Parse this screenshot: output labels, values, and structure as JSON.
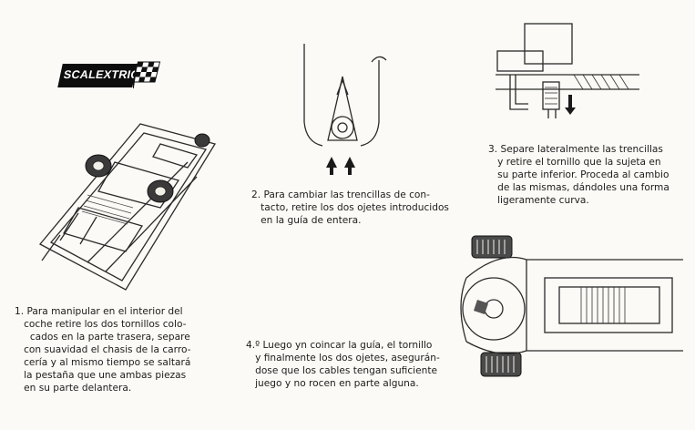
{
  "logo": {
    "text": "SCALEXTRIC"
  },
  "captions": {
    "step1": "1. Para manipular en el interior del\n   coche retire los dos tornillos colo-\n     cados en la parte trasera, separe\n   con suavidad el chasis de la carro-\n   cería y al mismo tiempo se saltará\n   la pestaña que une ambas piezas\n   en su parte delantera.",
    "step2": "2. Para cambiar las trencillas de con-\n   tacto, retire los dos ojetes introducidos\n   en la guía de entera.",
    "step3": "3. Separe lateralmente las trencillas\n   y retire el tornillo que la sujeta en\n   su parte inferior. Proceda al cambio\n   de las mismas, dándoles una forma\n   ligeramente curva.",
    "step4": "4.º Luego yn coincar la guía, el tornillo\n   y finalmente los dos ojetes, asegurán-\n   dose que los cables tengan suficiente\n   juego y no rocen en parte alguna."
  },
  "illustrations": {
    "fig1": "car-chassis-underside-drawing",
    "fig2": "guide-contact-braids-drawing",
    "fig3": "screw-cross-section-drawing",
    "fig4": "chassis-top-view-drawing"
  },
  "colors": {
    "paper": "#fbfaf6",
    "ink": "#1a1a1a"
  }
}
